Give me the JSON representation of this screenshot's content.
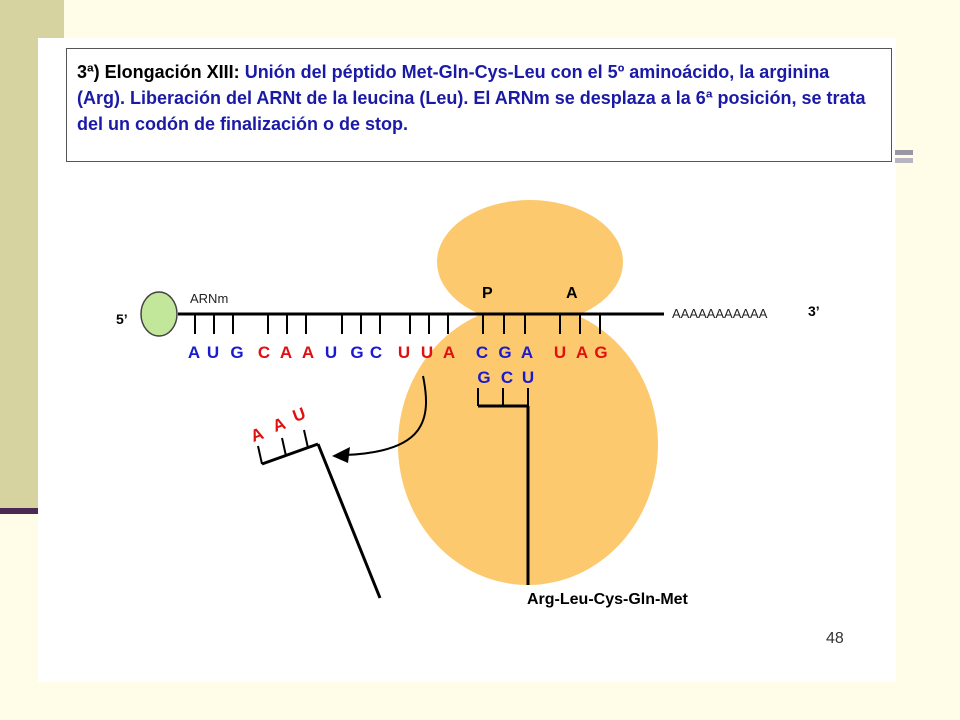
{
  "caption": {
    "heading": "3ª) Elongación XIII:",
    "body": " Unión del péptido Met-Gln-Cys-Leu con el 5º aminoácido, la arginina (Arg). Liberación del ARNt de la leucina (Leu). El ARNm se desplaza a la 6ª posición, se trata del un codón de finalización o de stop."
  },
  "diagram": {
    "labels": {
      "five_prime": "5’",
      "three_prime": "3’",
      "mrna_label": "ARNm",
      "poly_a": "AAAAAAAAAAA",
      "site_p": "P",
      "site_a": "A",
      "peptide": "Arg-Leu-Cys-Gln-Met"
    },
    "mrna_codons": [
      {
        "bases": [
          "A",
          "U",
          "G"
        ],
        "color": "#1a1ad0"
      },
      {
        "bases": [
          "C",
          "A",
          "A"
        ],
        "color": "#e01010"
      },
      {
        "bases": [
          "U",
          "G",
          "C"
        ],
        "color": "#1a1ad0"
      },
      {
        "bases": [
          "U",
          "U",
          "A"
        ],
        "color": "#e01010"
      },
      {
        "bases": [
          "C",
          "G",
          "A"
        ],
        "color": "#1a1ad0"
      },
      {
        "bases": [
          "U",
          "A",
          "G"
        ],
        "color": "#e01010"
      }
    ],
    "trna_p_anticodon": {
      "bases": [
        "G",
        "C",
        "U"
      ],
      "color": "#1a1ad0"
    },
    "trna_released_anticodon": {
      "bases": [
        "A",
        "A",
        "U"
      ],
      "color": "#e01010"
    }
  },
  "page_number": "48",
  "colors": {
    "ribosome": "#fcc96e",
    "cap": "#c2e79a",
    "blue_base": "#1a1ad0",
    "red_base": "#e01010",
    "side_band": "#d6d3a0",
    "background": "#fffde8"
  }
}
